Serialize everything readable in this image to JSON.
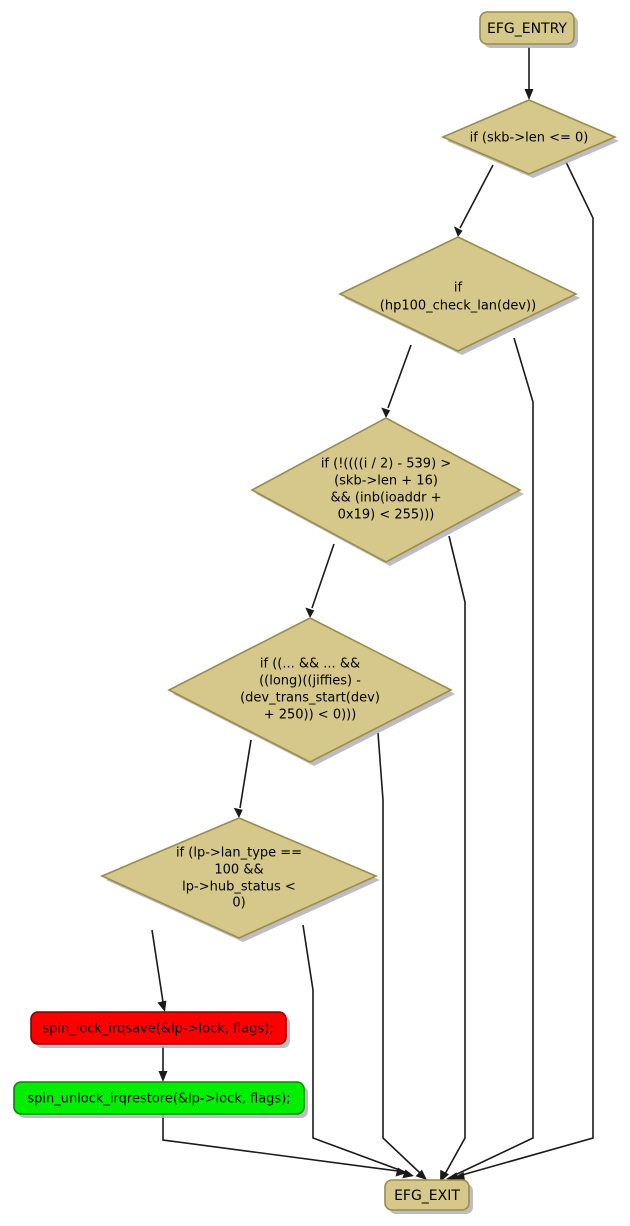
{
  "diagram": {
    "type": "control-flow-graph",
    "title": "",
    "colors": {
      "decision_fill": "#d6c78a",
      "decision_stroke": "#9a8c4a",
      "terminal_fill": "#d6c78a",
      "terminal_stroke": "#9a8c4a",
      "lock_fill": "#ff0000",
      "lock_stroke": "#8b0000",
      "unlock_fill": "#00ee00",
      "unlock_stroke": "#008b00",
      "edge": "#1a1a1a",
      "shadow": "#b0b0b8",
      "background": "#ffffff"
    },
    "nodes": {
      "entry": {
        "id": "EFG_ENTRY",
        "label": "EFG_ENTRY",
        "shape": "rounded-rect",
        "kind": "terminal"
      },
      "d1": {
        "id": "cond_skb_len",
        "shape": "diamond",
        "kind": "decision",
        "lines": [
          "if (skb->len <= 0)"
        ]
      },
      "d2": {
        "id": "cond_check_lan",
        "shape": "diamond",
        "kind": "decision",
        "lines": [
          "if",
          "(hp100_check_lan(dev))"
        ]
      },
      "d3": {
        "id": "cond_i_div_2",
        "shape": "diamond",
        "kind": "decision",
        "lines": [
          "if (!((((i / 2) - 539) >",
          "(skb->len + 16)",
          "&& (inb(ioaddr +",
          "0x19) < 255)))"
        ]
      },
      "d4": {
        "id": "cond_jiffies",
        "shape": "diamond",
        "kind": "decision",
        "lines": [
          "if ((... && ... &&",
          "((long)((jiffies) -",
          "(dev_trans_start(dev)",
          "+ 250)) < 0)))"
        ]
      },
      "d5": {
        "id": "cond_lan_type",
        "shape": "diamond",
        "kind": "decision",
        "lines": [
          "if (lp->lan_type ==",
          "100 &&",
          "lp->hub_status <",
          "0)"
        ]
      },
      "lock": {
        "id": "spin_lock_irqsave",
        "shape": "rounded-rect",
        "kind": "statement-lock",
        "lines": [
          "spin_lock_irqsave(&lp->lock, flags);"
        ]
      },
      "unlock": {
        "id": "spin_unlock_irqrestore",
        "shape": "rounded-rect",
        "kind": "statement-unlock",
        "lines": [
          "spin_unlock_irqrestore(&lp->lock, flags);"
        ]
      },
      "exit": {
        "id": "EFG_EXIT",
        "label": "EFG_EXIT",
        "shape": "rounded-rect",
        "kind": "terminal"
      }
    },
    "edges": [
      {
        "from": "EFG_ENTRY",
        "to": "cond_skb_len",
        "label": ""
      },
      {
        "from": "cond_skb_len",
        "to": "cond_check_lan",
        "label": ""
      },
      {
        "from": "cond_skb_len",
        "to": "EFG_EXIT",
        "label": ""
      },
      {
        "from": "cond_check_lan",
        "to": "cond_i_div_2",
        "label": ""
      },
      {
        "from": "cond_check_lan",
        "to": "EFG_EXIT",
        "label": ""
      },
      {
        "from": "cond_i_div_2",
        "to": "cond_jiffies",
        "label": ""
      },
      {
        "from": "cond_i_div_2",
        "to": "EFG_EXIT",
        "label": ""
      },
      {
        "from": "cond_jiffies",
        "to": "cond_lan_type",
        "label": ""
      },
      {
        "from": "cond_jiffies",
        "to": "EFG_EXIT",
        "label": ""
      },
      {
        "from": "cond_lan_type",
        "to": "spin_lock_irqsave",
        "label": ""
      },
      {
        "from": "cond_lan_type",
        "to": "EFG_EXIT",
        "label": ""
      },
      {
        "from": "spin_lock_irqsave",
        "to": "spin_unlock_irqrestore",
        "label": ""
      },
      {
        "from": "spin_unlock_irqrestore",
        "to": "EFG_EXIT",
        "label": ""
      }
    ]
  }
}
